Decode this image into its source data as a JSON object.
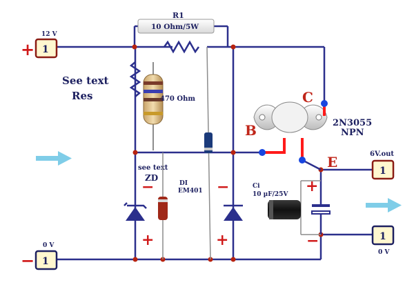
{
  "colors": {
    "wire": "#2b2f8c",
    "node": "#b8230f",
    "red_lead": "#ff1a1a",
    "terminal_fill": "#fff7cf",
    "terminal_border": "#8a1c14",
    "pin_blue": "#1846e0",
    "text_navy": "#1d2060",
    "arrow": "#7fcde8",
    "letter_red": "#c0261a"
  },
  "terminals": {
    "in_12v": {
      "label": "12 V",
      "num": "1",
      "sign": "+"
    },
    "gnd_left": {
      "label": "0 V",
      "num": "1",
      "sign": "−"
    },
    "out_6v": {
      "label": "6V.out",
      "num": "1"
    },
    "gnd_right": {
      "label": "0 V",
      "num": "1"
    }
  },
  "components": {
    "r1": {
      "name": "R1",
      "value": "10 Ohm/5W"
    },
    "res": {
      "note_line1": "See text",
      "note_line2": "Res",
      "value": "470 Ohm"
    },
    "zd": {
      "note_line1": "see text",
      "note_line2": "ZD",
      "minus": "−",
      "plus": "+"
    },
    "d1": {
      "line1": "DI",
      "line2": "EM401"
    },
    "d2": {
      "minus": "−",
      "plus": "+"
    },
    "c1": {
      "line1": "Ci",
      "line2": "10 µF/25V",
      "plus": "+",
      "minus": "−"
    },
    "transistor": {
      "part": "2N3055",
      "type": "NPN",
      "pin_b": "B",
      "pin_c": "C",
      "pin_e": "E"
    }
  }
}
